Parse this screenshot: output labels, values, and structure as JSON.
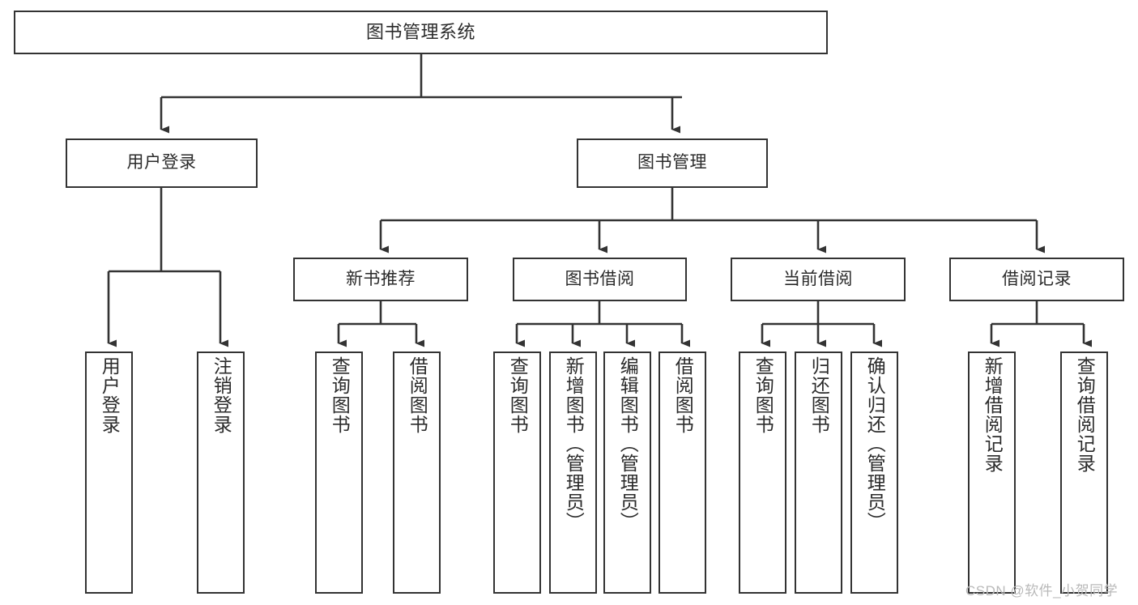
{
  "diagram": {
    "type": "tree-hierarchy-chart",
    "root": {
      "id": "root",
      "label": "图书管理系统"
    },
    "level2": [
      {
        "id": "user-login",
        "label": "用户登录"
      },
      {
        "id": "book-manage",
        "label": "图书管理"
      }
    ],
    "level3": [
      {
        "id": "new-book-rec",
        "label": "新书推荐"
      },
      {
        "id": "book-borrow",
        "label": "图书借阅"
      },
      {
        "id": "current-borrow",
        "label": "当前借阅"
      },
      {
        "id": "borrow-record",
        "label": "借阅记录"
      }
    ],
    "leaves": [
      {
        "id": "leaf-user-login",
        "label": "用户登录",
        "parent": "user-login"
      },
      {
        "id": "leaf-user-logout",
        "label": "注销登录",
        "parent": "user-login"
      },
      {
        "id": "leaf-query-book-1",
        "label": "查询图书",
        "parent": "new-book-rec"
      },
      {
        "id": "leaf-borrow-book-1",
        "label": "借阅图书",
        "parent": "new-book-rec"
      },
      {
        "id": "leaf-query-book-2",
        "label": "查询图书",
        "parent": "book-borrow"
      },
      {
        "id": "leaf-add-book",
        "label": "新增图书（管理员）",
        "parent": "book-borrow"
      },
      {
        "id": "leaf-edit-book",
        "label": "编辑图书（管理员）",
        "parent": "book-borrow"
      },
      {
        "id": "leaf-borrow-book-2",
        "label": "借阅图书",
        "parent": "book-borrow"
      },
      {
        "id": "leaf-query-book-3",
        "label": "查询图书",
        "parent": "current-borrow"
      },
      {
        "id": "leaf-return-book",
        "label": "归还图书",
        "parent": "current-borrow"
      },
      {
        "id": "leaf-confirm-return",
        "label": "确认归还（管理员）",
        "parent": "current-borrow"
      },
      {
        "id": "leaf-add-record",
        "label": "新增借阅记录",
        "parent": "borrow-record"
      },
      {
        "id": "leaf-query-record",
        "label": "查询借阅记录",
        "parent": "borrow-record"
      }
    ],
    "colors": {
      "border": "#333333",
      "fill": "#ffffff",
      "text": "#2b2b2b",
      "watermark": "#b9b9b9"
    }
  },
  "watermark": {
    "text": "CSDN @软件_小贺同学"
  }
}
